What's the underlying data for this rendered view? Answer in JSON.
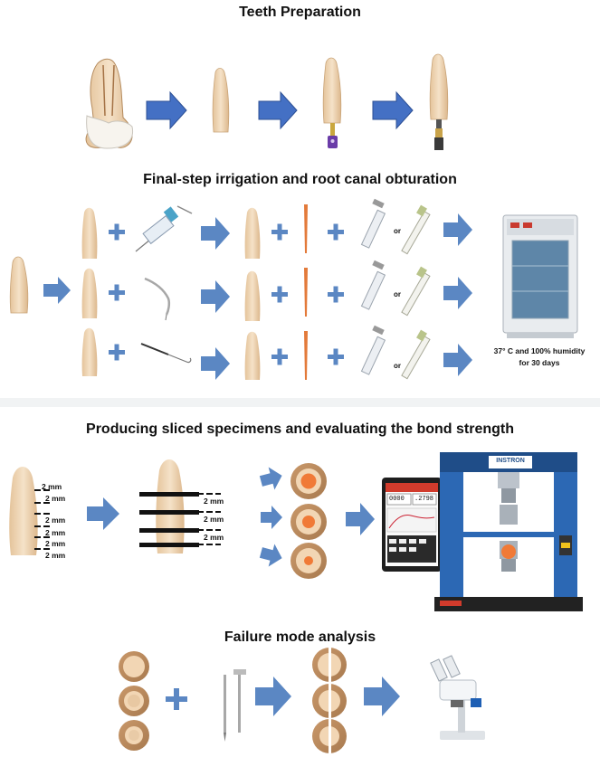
{
  "sections": {
    "teeth_preparation": {
      "title": "Teeth Preparation"
    },
    "irrigation": {
      "title": "Final-step irrigation and root canal obturation",
      "or_label": "or"
    },
    "incubation": {
      "label_line1": "37° C and 100% humidity",
      "label_line2": "for 30 days"
    },
    "slicing": {
      "title": "Producing sliced specimens and evaluating the bond strength",
      "mm_label": "2 mm"
    },
    "testing_machine": {
      "brand": "INSTRON",
      "readout_left": "0000",
      "readout_right": ".2798"
    },
    "failure": {
      "title": "Failure mode analysis"
    }
  },
  "colors": {
    "arrow": "#5b87c3",
    "arrow_top": "#4470c4",
    "tooth": "#edd4b1",
    "disc_outer": "#b8885c",
    "disc_inner": "#f2d6b4",
    "disc_core": "#f07a37",
    "machine_blue": "#2c68b4"
  }
}
